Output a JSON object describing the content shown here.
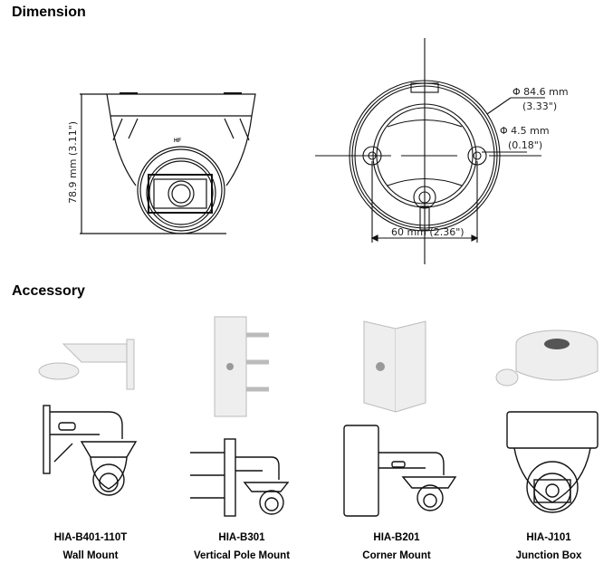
{
  "sections": {
    "dimension_title": "Dimension",
    "accessory_title": "Accessory"
  },
  "dimensions": {
    "height": "78.9 mm (3.11\")",
    "diameter_mm": "Φ 84.6 mm",
    "diameter_in": "(3.33\")",
    "hole_mm": "Φ 4.5 mm",
    "hole_in": "(0.18\")",
    "hole_spacing": "60 mm (2.36\")",
    "camera_logo": "HF"
  },
  "accessories": [
    {
      "model": "HIA-B401-110T",
      "name": "Wall Mount"
    },
    {
      "model": "HIA-B301",
      "name": "Vertical Pole Mount"
    },
    {
      "model": "HIA-B201",
      "name": "Corner Mount"
    },
    {
      "model": "HIA-J101",
      "name": "Junction Box"
    }
  ]
}
